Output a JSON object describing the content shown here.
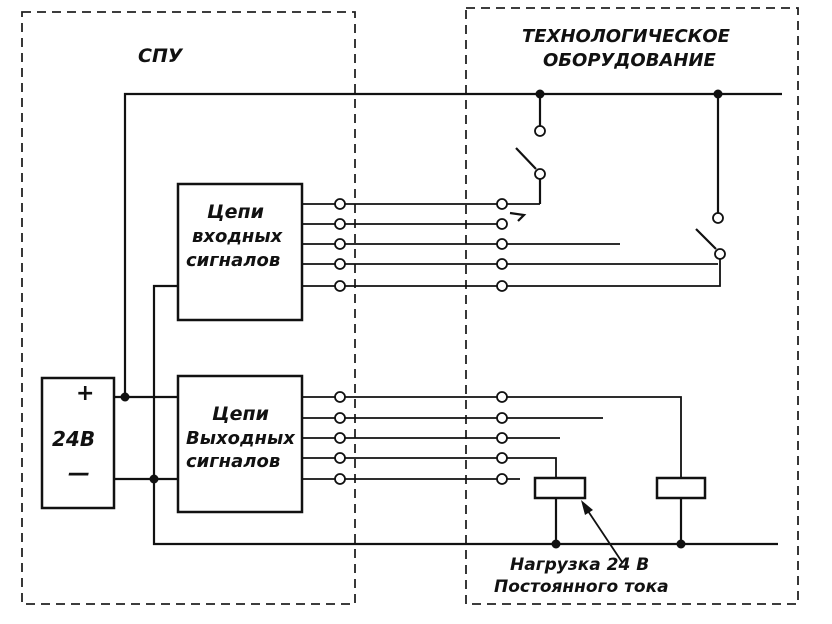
{
  "regions": {
    "spu_label": "СПУ",
    "equipment_label_line1": "ТЕХНОЛОГИЧЕСКОЕ",
    "equipment_label_line2": "ОБОРУДОВАНИЕ"
  },
  "power_supply": {
    "plus": "+",
    "voltage": "24В",
    "minus": "—"
  },
  "input_block": {
    "line1": "Цепи",
    "line2": "входных",
    "line3": "сигналов"
  },
  "output_block": {
    "line1": "Цепи",
    "line2": "Выходных",
    "line3": "сигналов"
  },
  "load_caption": {
    "line1": "Нагрузка 24 В",
    "line2": "Постоянного тока"
  }
}
